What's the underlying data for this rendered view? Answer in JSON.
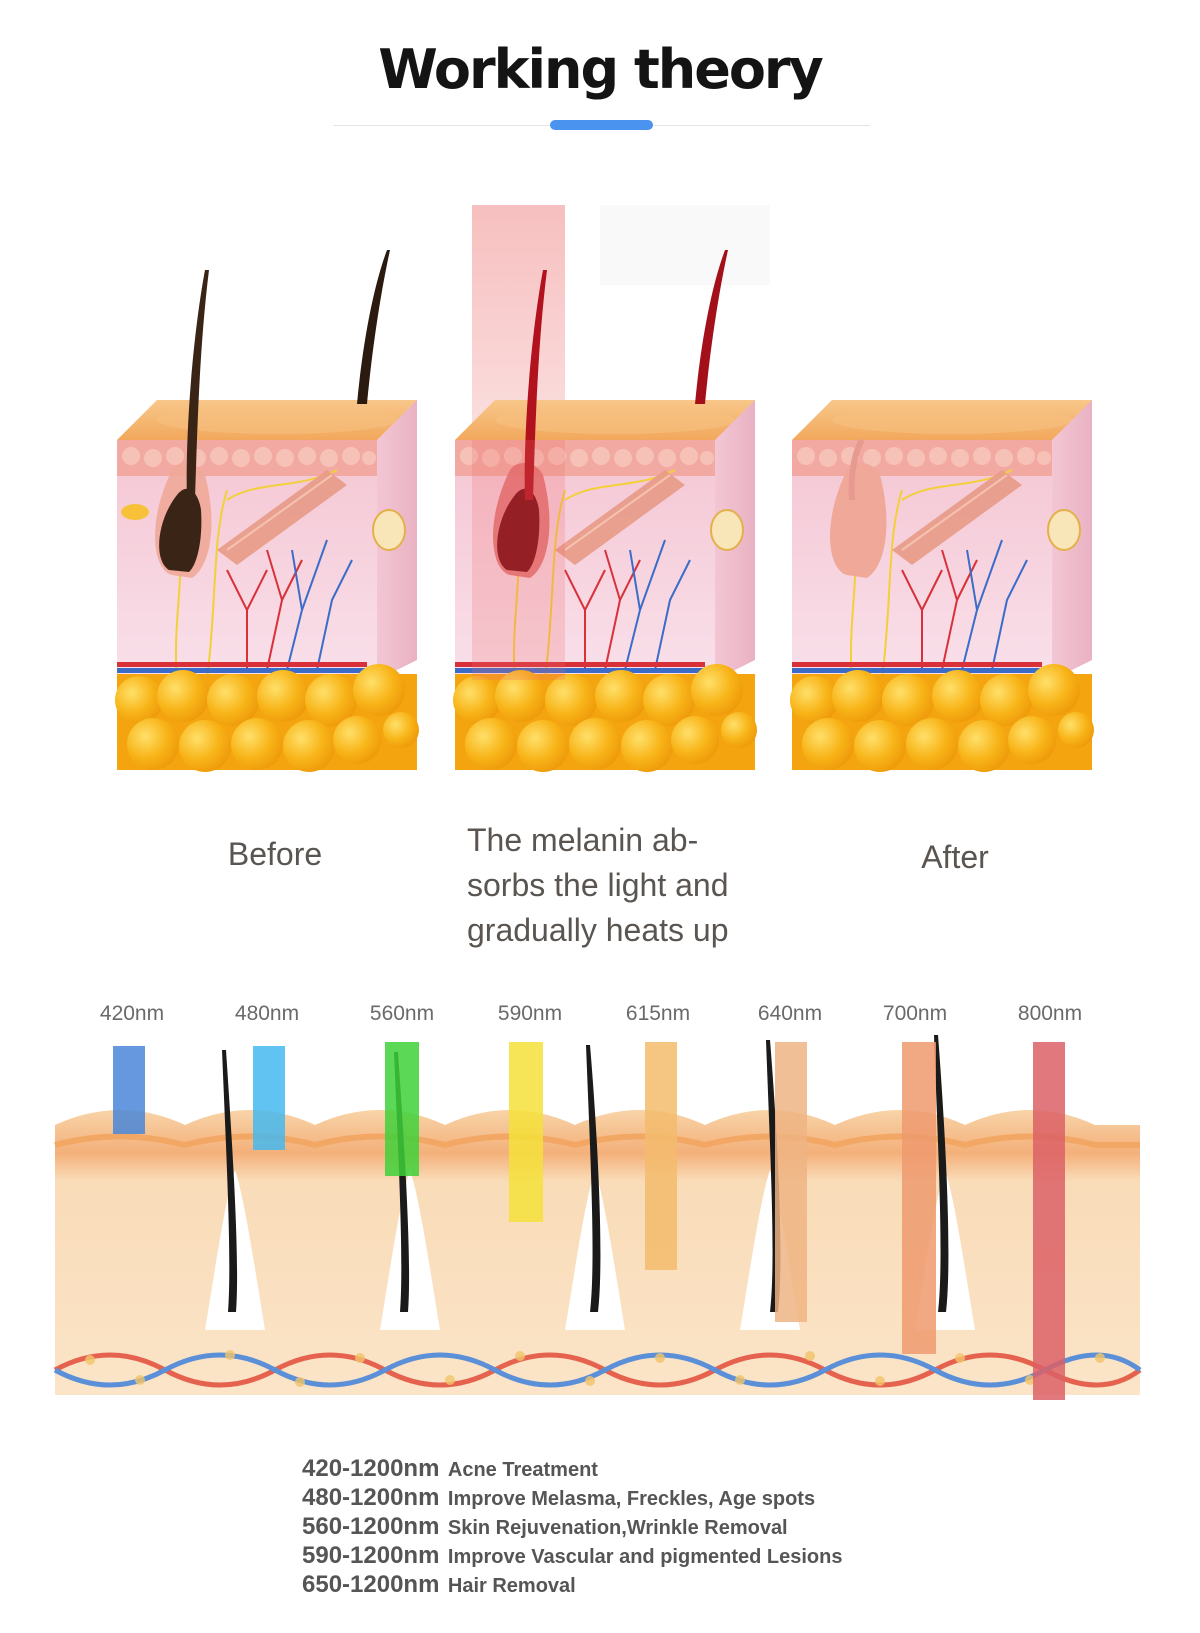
{
  "title": "Working theory",
  "stages": [
    {
      "caption": "Before"
    },
    {
      "caption_lines": [
        "The melanin ab-",
        "sorbs the light and",
        "gradually heats up"
      ]
    },
    {
      "caption": "After"
    }
  ],
  "wavelengths": [
    {
      "label": "420nm",
      "color": "#4a86d8"
    },
    {
      "label": "480nm",
      "color": "#45b9ee"
    },
    {
      "label": "560nm",
      "color": "#3fd13a"
    },
    {
      "label": "590nm",
      "color": "#f4e13a"
    },
    {
      "label": "615nm",
      "color": "#f3bb6c"
    },
    {
      "label": "640nm",
      "color": "#eeb483"
    },
    {
      "label": "700nm",
      "color": "#ef9a6e"
    },
    {
      "label": "800nm",
      "color": "#dc6066"
    }
  ],
  "applications": [
    {
      "range": "420-1200nm",
      "description": "Acne Treatment"
    },
    {
      "range": "480-1200nm",
      "description": "Improve Melasma, Freckles, Age spots"
    },
    {
      "range": "560-1200nm",
      "description": "Skin Rejuvenation,Wrinkle Removal"
    },
    {
      "range": "590-1200nm",
      "description": "Improve Vascular and pigmented Lesions"
    },
    {
      "range": "650-1200nm",
      "description": "Hair Removal"
    }
  ],
  "colors": {
    "accent": "#4a94f0",
    "skin_top": "#f3b46f",
    "dermis": "#f6d7e2",
    "fat": "#f7b51c",
    "light_beam": "#f08a8a",
    "hair": "#2a1a10",
    "heated_hair": "#a4101a"
  }
}
